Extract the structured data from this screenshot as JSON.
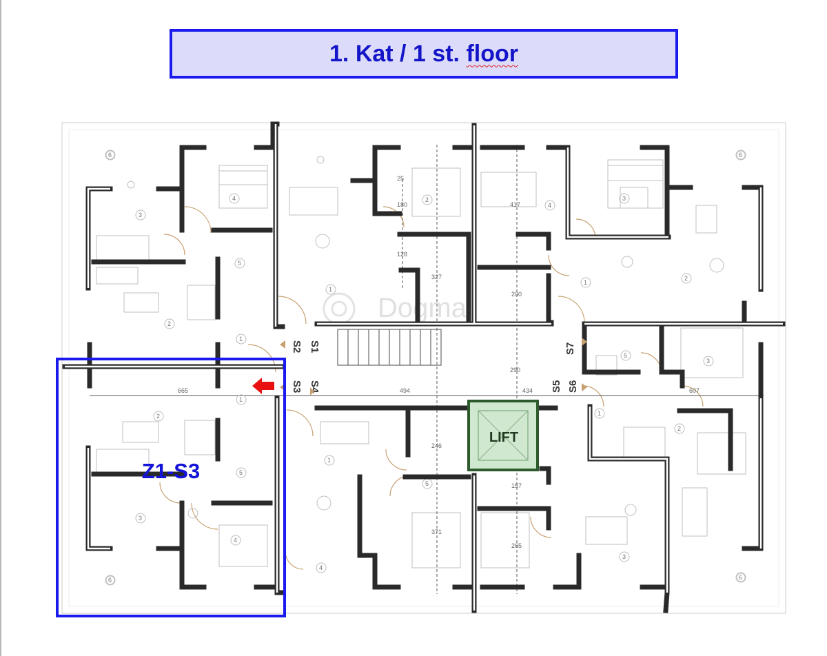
{
  "header": {
    "title_prefix": "1. Kat / 1 st.",
    "title_word": "floor"
  },
  "plan": {
    "unit_label": "Z1-S3",
    "lift_label": "LIFT",
    "watermark": "Dogma",
    "stair_labels": [
      "S1",
      "S2",
      "S3",
      "S4",
      "S5",
      "S6",
      "S7"
    ],
    "dimensions": [
      "665",
      "494",
      "434",
      "607",
      "290",
      "417",
      "200",
      "246",
      "157",
      "371",
      "265",
      "180",
      "128",
      "327",
      "25"
    ],
    "room_numbers": [
      "1",
      "2",
      "3",
      "4",
      "5",
      "6"
    ]
  },
  "colors": {
    "title_bg": "#dcdcfa",
    "title_border": "#1a1aee",
    "title_text": "#1414c8",
    "unit_frame": "#1a1aee",
    "lift_fill": "#cfe8cf",
    "lift_border": "#2d5a2d",
    "arrow": "#e81010",
    "wall": "#2a2a2a",
    "stair_marker": "#c8a070"
  }
}
